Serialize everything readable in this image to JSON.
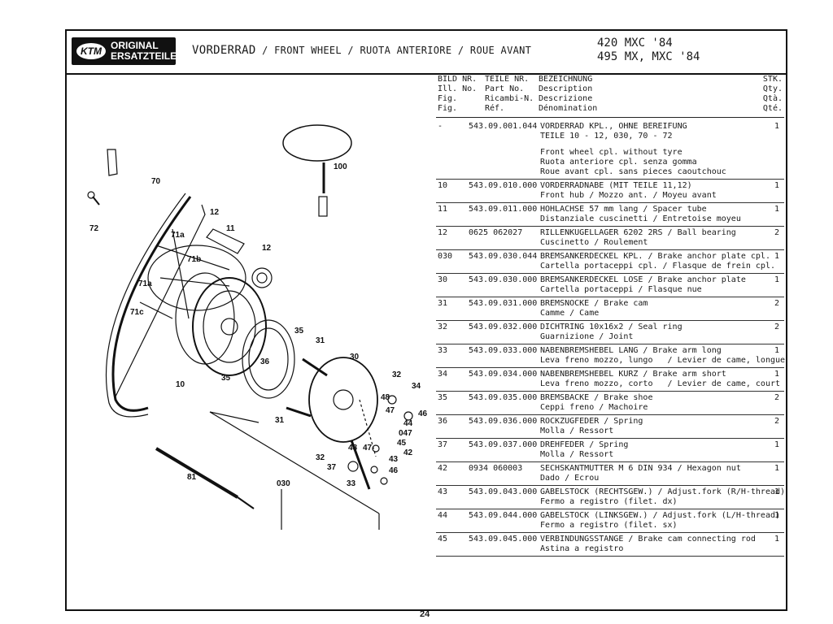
{
  "logo": {
    "badge": "KTM",
    "line1": "ORIGINAL",
    "line2": "ERSATZTEILE"
  },
  "header": {
    "title_de": "VORDERRAD",
    "sep": " / ",
    "title_rest": "FRONT WHEEL / RUOTA ANTERIORE / ROUE AVANT",
    "model_line1": "420 MXC '84",
    "model_line2": "495 MX, MXC '84"
  },
  "columns": {
    "fig": [
      "BILD NR.",
      "Ill. No.",
      "Fig.",
      "Fig."
    ],
    "part": [
      "TEILE NR.",
      "Part No.",
      "Ricambi-N.",
      "Réf."
    ],
    "desc": [
      "BEZEICHNUNG",
      "Description",
      "Descrizione",
      "Dénomination"
    ],
    "qty": [
      "STK.",
      "Qty.",
      "Qtà.",
      "Qté."
    ]
  },
  "rows": [
    {
      "fig": "-",
      "part": "543.09.001.044",
      "qty": "1",
      "lines": [
        "VORDERRAD KPL., OHNE BEREIFUNG",
        "TEILE 10 - 12, 030, 70 - 72",
        "",
        "Front wheel cpl. without tyre",
        "Ruota anteriore cpl. senza gomma",
        "Roue avant cpl. sans pieces caoutchouc"
      ]
    },
    {
      "fig": "10",
      "part": "543.09.010.000",
      "qty": "1",
      "lines": [
        "VORDERRADNABE (MIT TEILE 11,12)",
        "Front hub / Mozzo ant. / Moyeu avant"
      ]
    },
    {
      "fig": "11",
      "part": "543.09.011.000",
      "qty": "1",
      "lines": [
        "HOHLACHSE 57 mm lang / Spacer tube",
        "Distanziale cuscinetti / Entretoise moyeu"
      ]
    },
    {
      "fig": "12",
      "part": "0625 062027",
      "qty": "2",
      "lines": [
        "RILLENKUGELLAGER 6202 2RS / Ball bearing",
        "Cuscinetto / Roulement"
      ]
    },
    {
      "fig": "030",
      "part": "543.09.030.044",
      "qty": "1",
      "lines": [
        "BREMSANKERDECKEL KPL. / Brake anchor plate cpl.",
        "Cartella portaceppi cpl. / Flasque de frein cpl."
      ]
    },
    {
      "fig": "30",
      "part": "543.09.030.000",
      "qty": "1",
      "lines": [
        "BREMSANKERDECKEL LOSE / Brake anchor plate",
        "Cartella portaceppi / Flasque nue"
      ]
    },
    {
      "fig": "31",
      "part": "543.09.031.000",
      "qty": "2",
      "lines": [
        "BREMSNOCKE / Brake cam",
        "Camme / Came"
      ]
    },
    {
      "fig": "32",
      "part": "543.09.032.000",
      "qty": "2",
      "lines": [
        "DICHTRING 10x16x2 / Seal ring",
        "Guarnizione / Joint"
      ]
    },
    {
      "fig": "33",
      "part": "543.09.033.000",
      "qty": "1",
      "lines": [
        "NABENBREMSHEBEL LANG / Brake arm long",
        "Leva freno mozzo, lungo   / Levier de came, longue"
      ]
    },
    {
      "fig": "34",
      "part": "543.09.034.000",
      "qty": "1",
      "lines": [
        "NABENBREMSHEBEL KURZ / Brake arm short",
        "Leva freno mozzo, corto   / Levier de came, court"
      ]
    },
    {
      "fig": "35",
      "part": "543.09.035.000",
      "qty": "2",
      "lines": [
        "BREMSBACKE / Brake shoe",
        "Ceppi freno / Machoire"
      ]
    },
    {
      "fig": "36",
      "part": "543.09.036.000",
      "qty": "2",
      "lines": [
        "ROCKZUGFEDER / Spring",
        "Molla / Ressort"
      ]
    },
    {
      "fig": "37",
      "part": "543.09.037.000",
      "qty": "1",
      "lines": [
        "DREHFEDER / Spring",
        "Molla / Ressort"
      ]
    },
    {
      "fig": "42",
      "part": "0934 060003",
      "qty": "1",
      "lines": [
        "SECHSKANTMUTTER M 6 DIN 934 / Hexagon nut",
        "Dado / Ecrou"
      ]
    },
    {
      "fig": "43",
      "part": "543.09.043.000",
      "qty": "1",
      "lines": [
        "GABELSTOCK (RECHTSGEW.) / Adjust.fork (R/H-thread)",
        "Fermo a registro (filet. dx)"
      ]
    },
    {
      "fig": "44",
      "part": "543.09.044.000",
      "qty": "1",
      "lines": [
        "GABELSTOCK (LINKSGEW.) / Adjust.fork (L/H-thread)",
        "Fermo a registro (filet. sx)"
      ]
    },
    {
      "fig": "45",
      "part": "543.09.045.000",
      "qty": "1",
      "lines": [
        "VERBINDUNGSSTANGE / Brake cam connecting rod",
        "Astina a registro"
      ]
    }
  ],
  "drawing_labels": {
    "l70": "70",
    "l72": "72",
    "l71a_top": "71a",
    "l71b": "71b",
    "l71a_mid": "71a",
    "l71c": "71c",
    "l12a": "12",
    "l11": "11",
    "l12b": "12",
    "l100": "100",
    "l10": "10",
    "l35a": "35",
    "l36": "36",
    "l35b": "35",
    "l31a": "31",
    "l30": "30",
    "l31b": "31",
    "l32a": "32",
    "l34": "34",
    "l48a": "48",
    "l47a": "47",
    "l46a": "46",
    "l44": "44",
    "l047": "047",
    "l45": "45",
    "l42": "42",
    "l48b": "48",
    "l47b": "47",
    "l43": "43",
    "l46b": "46",
    "l32b": "32",
    "l37": "37",
    "l33": "33",
    "l81": "81",
    "l030": "030"
  },
  "page_number": "24"
}
